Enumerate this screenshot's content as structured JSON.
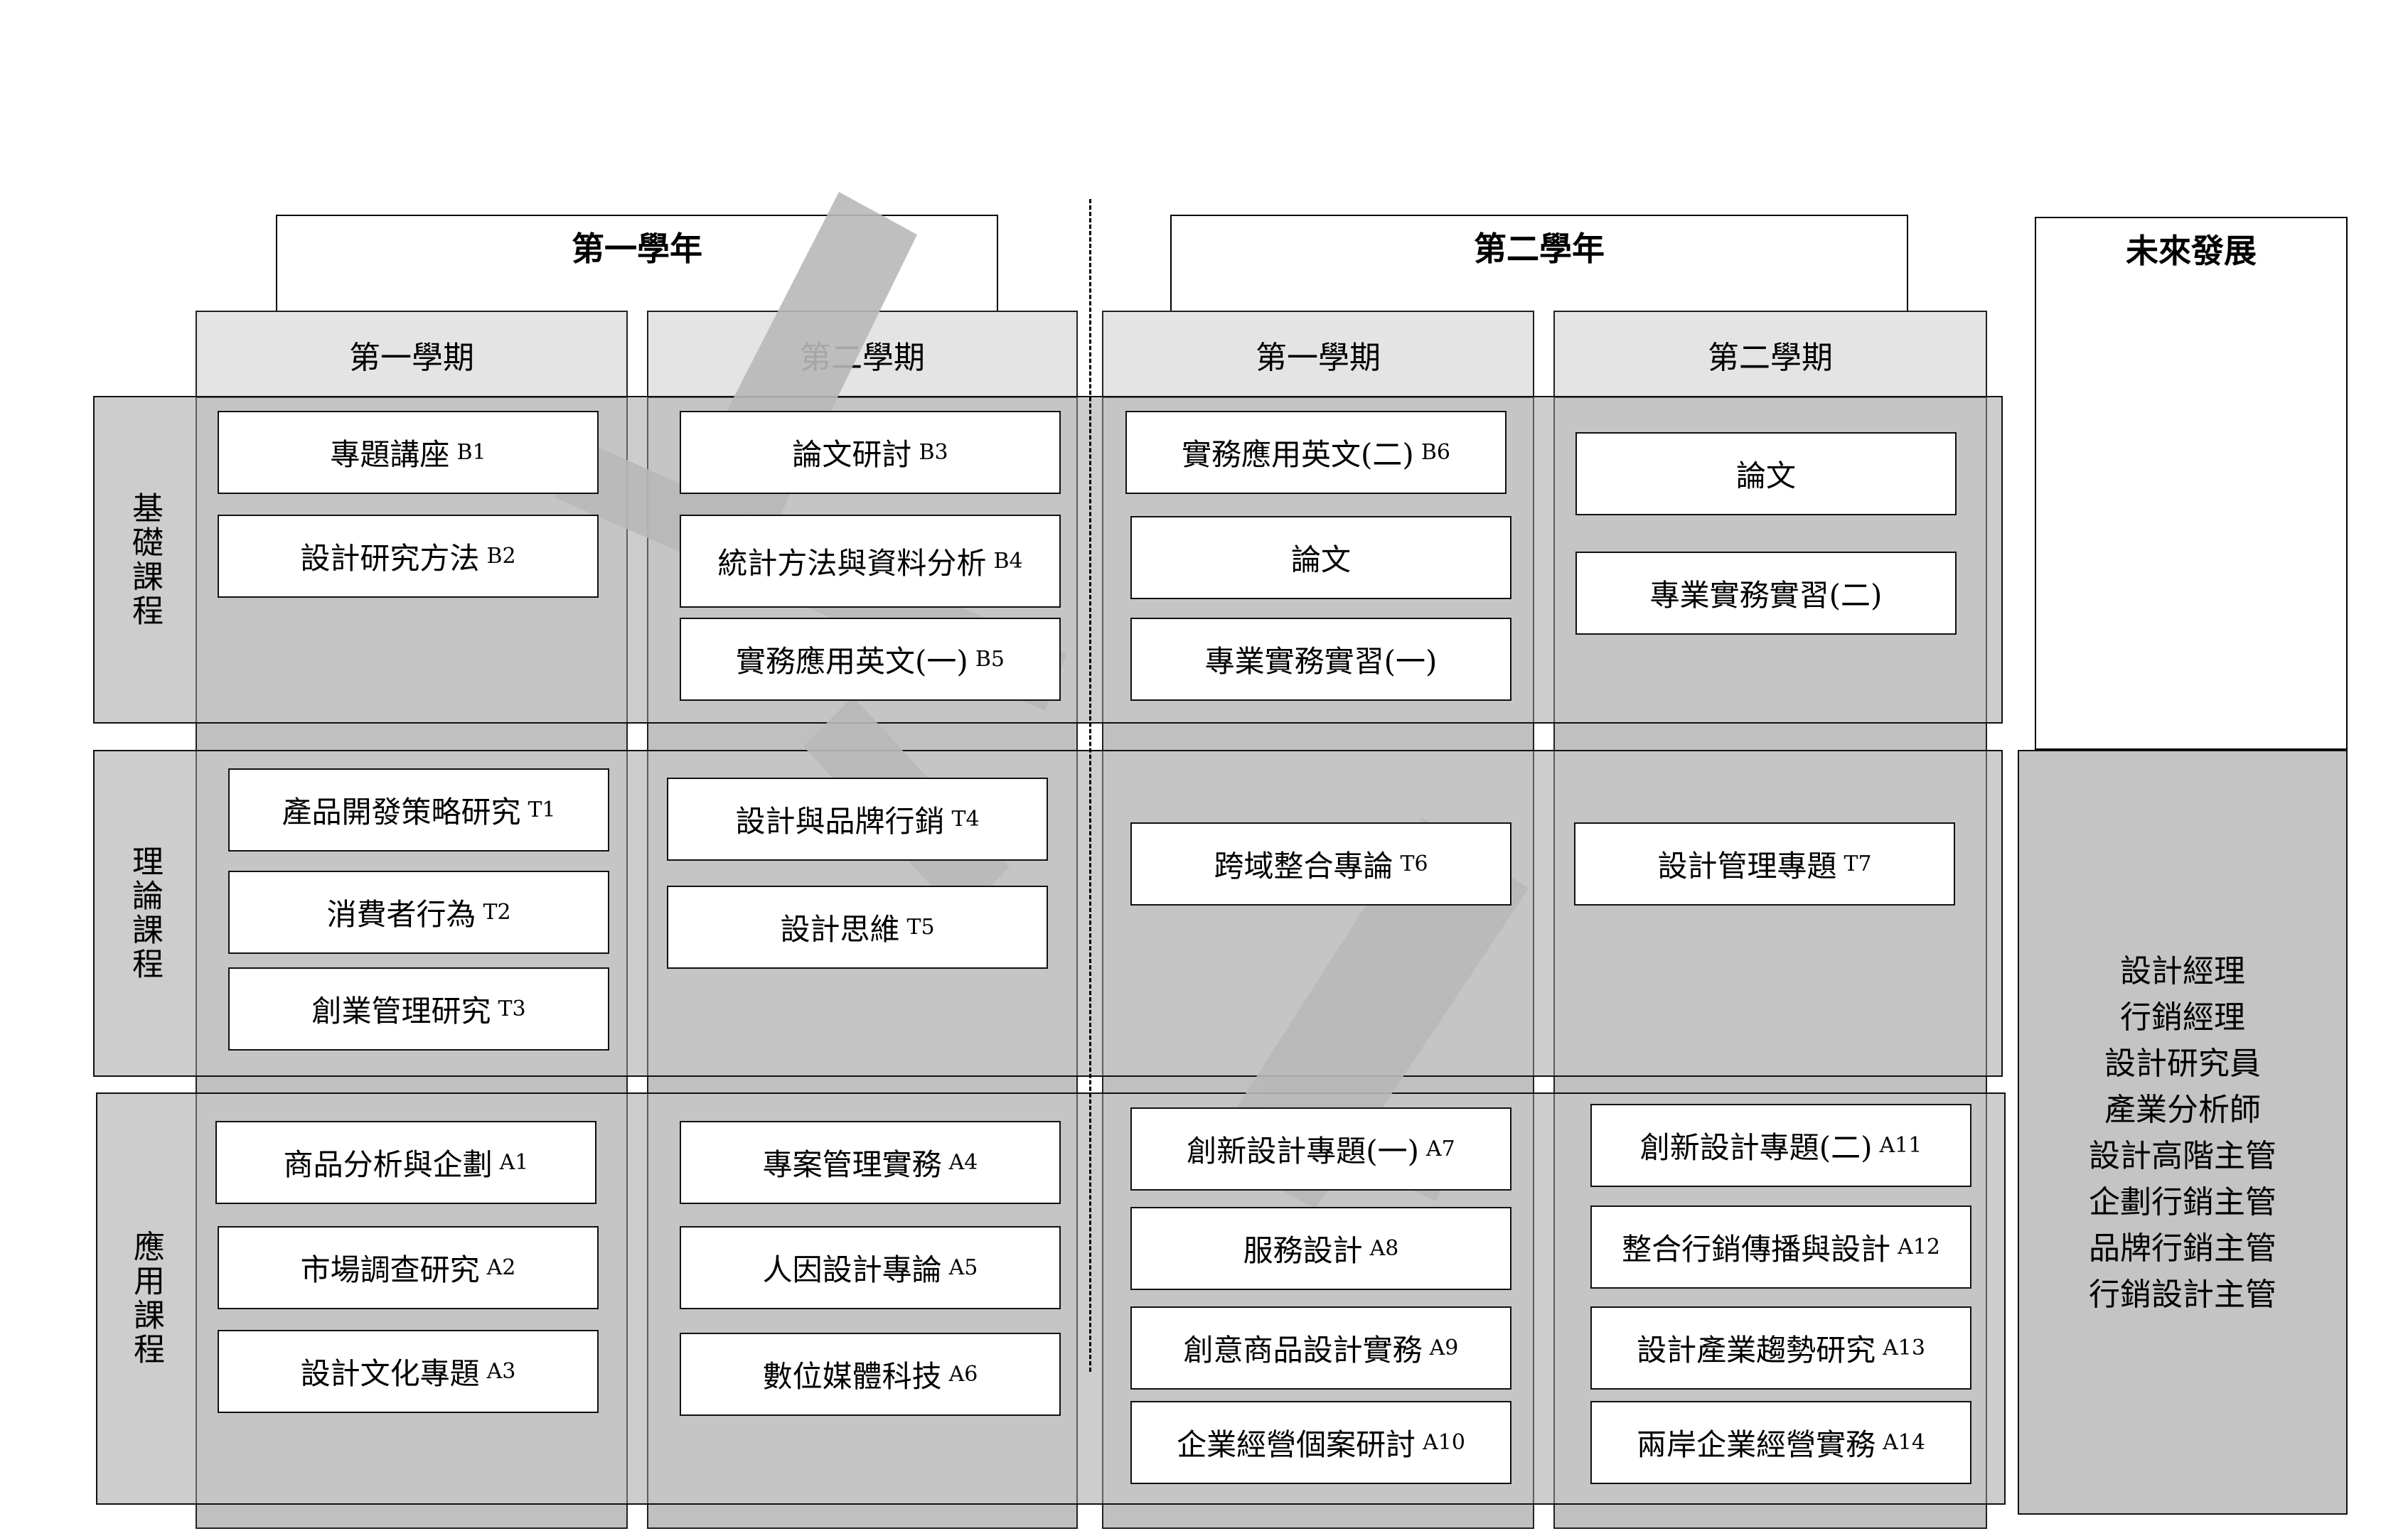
{
  "years": {
    "year1": "第一學年",
    "year2": "第二學年",
    "future": "未來發展"
  },
  "semesters": [
    "第一學期",
    "第二學期",
    "第一學期",
    "第二學期"
  ],
  "rows": [
    "基礎課程",
    "理論課程",
    "應用課程"
  ],
  "courses": {
    "B1": {
      "name": "專題講座",
      "code": "B1"
    },
    "B2": {
      "name": "設計研究方法",
      "code": "B2"
    },
    "B3": {
      "name": "論文研討",
      "code": "B3"
    },
    "B4": {
      "name": "統計方法與資料分析",
      "code": "B4"
    },
    "B5": {
      "name": "實務應用英文(一)",
      "code": "B5"
    },
    "B6": {
      "name": "實務應用英文(二)",
      "code": "B6"
    },
    "Y2S1_thesis": {
      "name": "論文",
      "code": ""
    },
    "Y2S1_intern": {
      "name": "專業實務實習(一)",
      "code": ""
    },
    "Y2S2_thesis": {
      "name": "論文",
      "code": ""
    },
    "Y2S2_intern": {
      "name": "專業實務實習(二)",
      "code": ""
    },
    "T1": {
      "name": "產品開發策略研究",
      "code": "T1"
    },
    "T2": {
      "name": "消費者行為",
      "code": "T2"
    },
    "T3": {
      "name": "創業管理研究",
      "code": "T3"
    },
    "T4": {
      "name": "設計與品牌行銷",
      "code": "T4"
    },
    "T5": {
      "name": "設計思維",
      "code": "T5"
    },
    "T6": {
      "name": "跨域整合專論",
      "code": "T6"
    },
    "T7": {
      "name": "設計管理專題",
      "code": "T7"
    },
    "A1": {
      "name": "商品分析與企劃",
      "code": "A1"
    },
    "A2": {
      "name": "市場調查研究",
      "code": "A2"
    },
    "A3": {
      "name": "設計文化專題",
      "code": "A3"
    },
    "A4": {
      "name": "專案管理實務",
      "code": "A4"
    },
    "A5": {
      "name": "人因設計專論",
      "code": "A5"
    },
    "A6": {
      "name": "數位媒體科技",
      "code": "A6"
    },
    "A7": {
      "name": "創新設計專題(一)",
      "code": "A7"
    },
    "A8": {
      "name": "服務設計",
      "code": "A8"
    },
    "A9": {
      "name": "創意商品設計實務",
      "code": "A9"
    },
    "A10": {
      "name": "企業經營個案研討",
      "code": "A10"
    },
    "A11": {
      "name": "創新設計專題(二)",
      "code": "A11"
    },
    "A12": {
      "name": "整合行銷傳播與設計",
      "code": "A12"
    },
    "A13": {
      "name": "設計產業趨勢研究",
      "code": "A13"
    },
    "A14": {
      "name": "兩岸企業經營實務",
      "code": "A14"
    }
  },
  "careers": [
    "設計經理",
    "行銷經理",
    "設計研究員",
    "產業分析師",
    "設計高階主管",
    "企劃行銷主管",
    "品牌行銷主管",
    "行銷設計主管"
  ],
  "colors": {
    "row_fill": "#cdcdcd",
    "column_fill": "#c0c0c0",
    "header_fill": "#e4e4e4",
    "watermark": "#b8b8b8"
  }
}
